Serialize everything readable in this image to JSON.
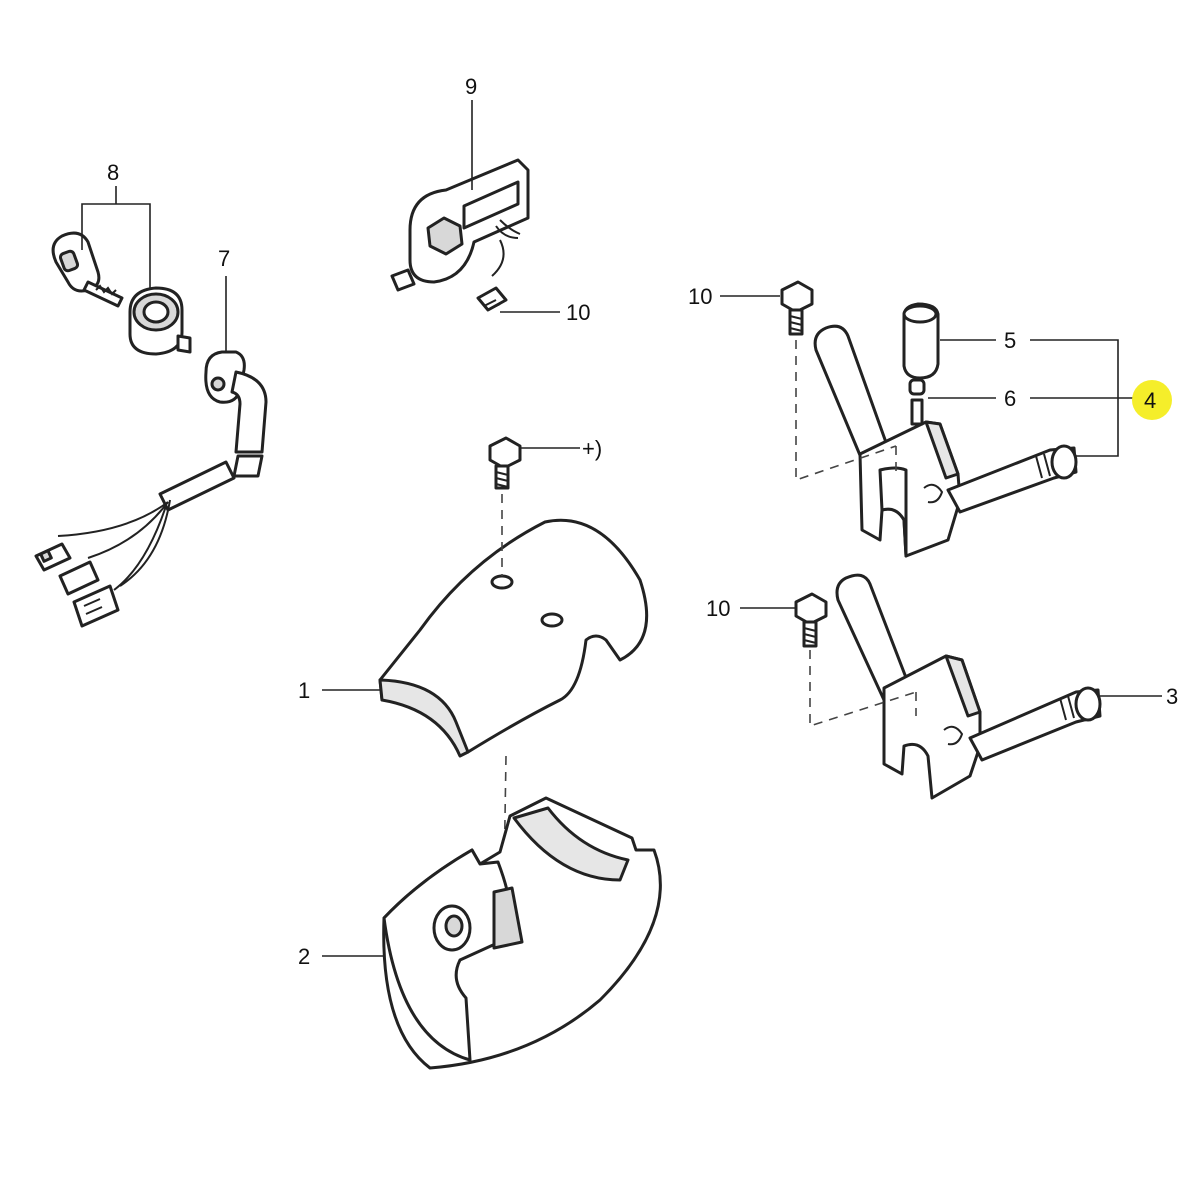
{
  "callouts": {
    "c1": "1",
    "c2": "2",
    "c3": "3",
    "c4": "4",
    "c5": "5",
    "c6": "6",
    "c7": "7",
    "c8": "8",
    "c9": "9",
    "c10a": "10",
    "c10b": "10",
    "c10c": "10",
    "note": "+)"
  },
  "colors": {
    "highlight": "#f5ee2a",
    "line": "#222222",
    "part_fill": "#ffffff",
    "shade": "#d8d8d8"
  }
}
